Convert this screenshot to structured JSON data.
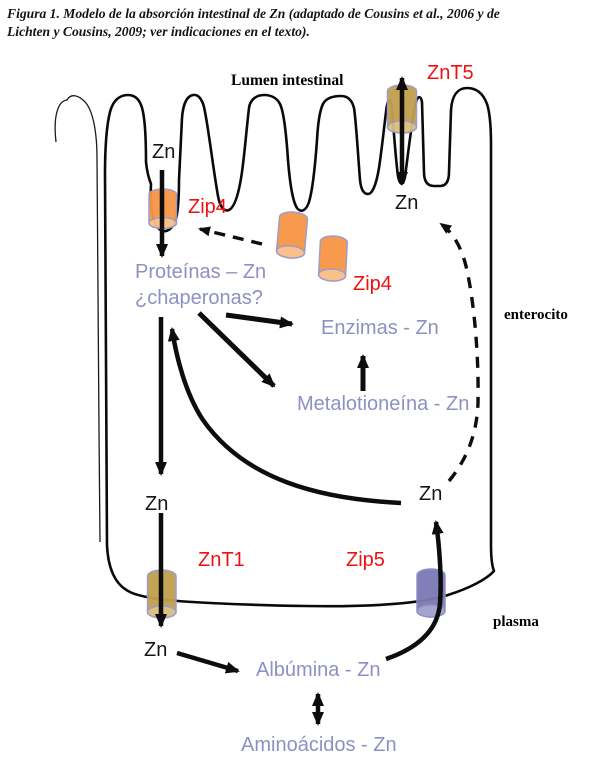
{
  "caption": {
    "line1": "Figura 1. Modelo de la absorción intestinal de Zn (adaptado de Cousins et al., 2006 y de",
    "line2": "Lichten y Cousins, 2009; ver indicaciones en el texto)."
  },
  "regions": {
    "lumen": "Lumen intestinal",
    "enterocyte": "enterocito",
    "plasma": "plasma"
  },
  "transporters": {
    "znt5": "ZnT5",
    "zip4": "Zip4",
    "znt1": "ZnT1",
    "zip5": "Zip5"
  },
  "species": {
    "zn": "Zn",
    "proteins_line1": "Proteínas – Zn",
    "proteins_line2": "¿chaperonas?",
    "enzymes": "Enzimas - Zn",
    "metallothionein": "Metalotioneína - Zn",
    "albumin": "Albúmina - Zn",
    "amino_acids": "Aminoácidos - Zn"
  },
  "colors": {
    "label_red": "#ee1111",
    "label_purple": "#8e90c4",
    "cylinder_orange": "#f79646",
    "cylinder_orange_light": "#fbbe86",
    "cylinder_tan": "#c1a04f",
    "cylinder_tan_light": "#d9c07e",
    "cylinder_violet": "#7b7ab5",
    "cylinder_violet_light": "#a2a1cd",
    "cylinder_outline": "#9b9ac8",
    "line_black": "#0d0d0d"
  }
}
